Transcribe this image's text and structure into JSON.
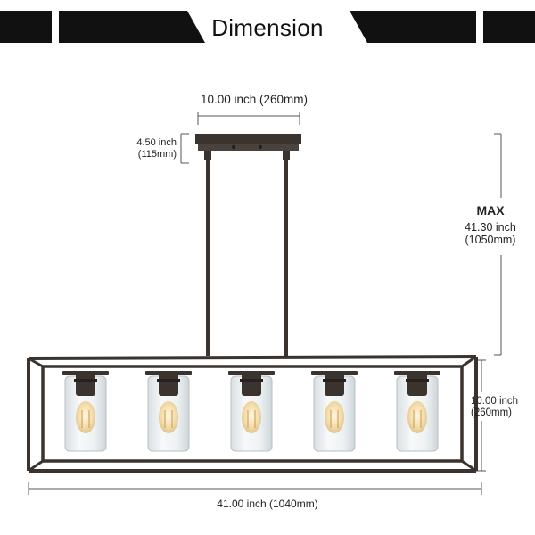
{
  "header": {
    "title": "Dimension"
  },
  "dimensions": {
    "canopy_width": {
      "inch": "10.00 inch",
      "mm": "(260mm)",
      "combined": "10.00 inch (260mm)"
    },
    "canopy_height": {
      "inch": "4.50 inch",
      "mm": "(115mm)"
    },
    "max_height": {
      "label": "MAX",
      "inch": "41.30 inch",
      "mm": "(1050mm)"
    },
    "frame_height": {
      "inch": "10.00 inch",
      "mm": "(260mm)"
    },
    "total_width": {
      "combined": "41.00 inch (1040mm)"
    }
  },
  "fixture": {
    "light_count": 5,
    "colors": {
      "frame": "#3a332e",
      "glass": "#eef2f3",
      "bulb_glow": "#f4d9a0",
      "dimension_line": "#555555",
      "banner": "#111111"
    }
  }
}
